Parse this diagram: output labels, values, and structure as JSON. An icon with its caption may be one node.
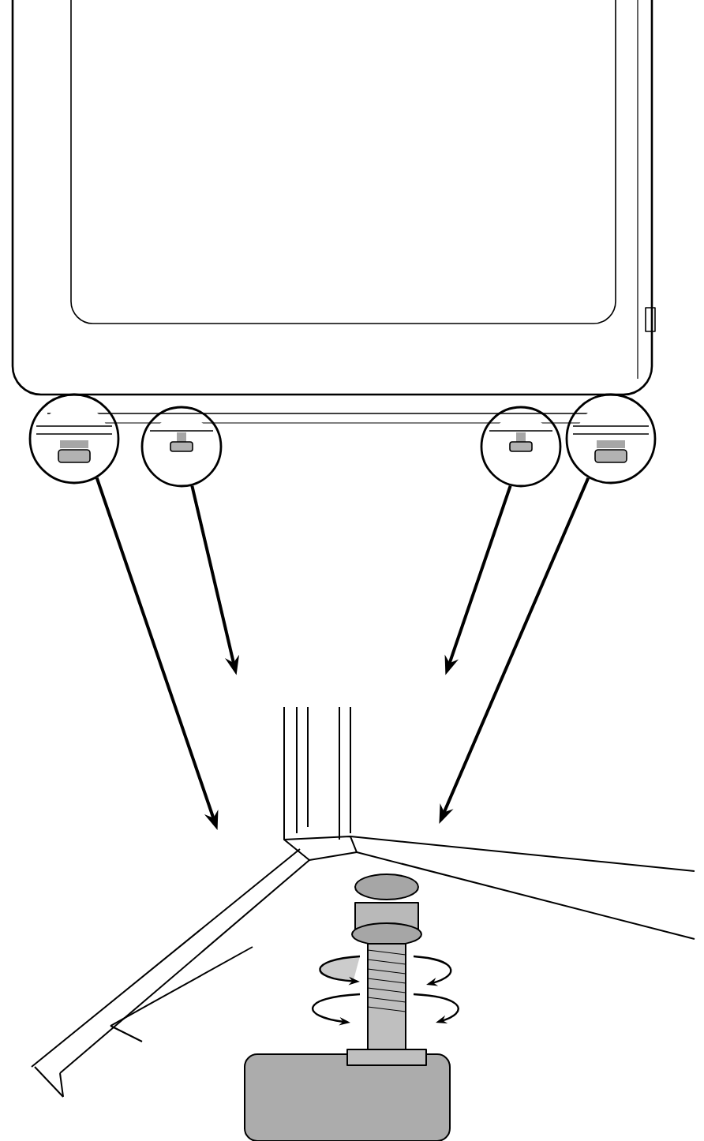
{
  "diagram": {
    "nodes": [
      {
        "text": [],
        "shape": "circle"
      },
      {
        "text": [],
        "shape": "circle"
      },
      {
        "text": [],
        "shape": "circle"
      },
      {
        "text": [],
        "shape": "circle"
      },
      {
        "text": [],
        "shape": "picture"
      }
    ],
    "edges": [
      {
        "from": 0,
        "to": 4,
        "arrow": "to"
      },
      {
        "from": 1,
        "to": 4,
        "arrow": "to"
      },
      {
        "from": 2,
        "to": 4,
        "arrow": "to"
      },
      {
        "from": 3,
        "to": 4,
        "arrow": "to"
      }
    ]
  }
}
